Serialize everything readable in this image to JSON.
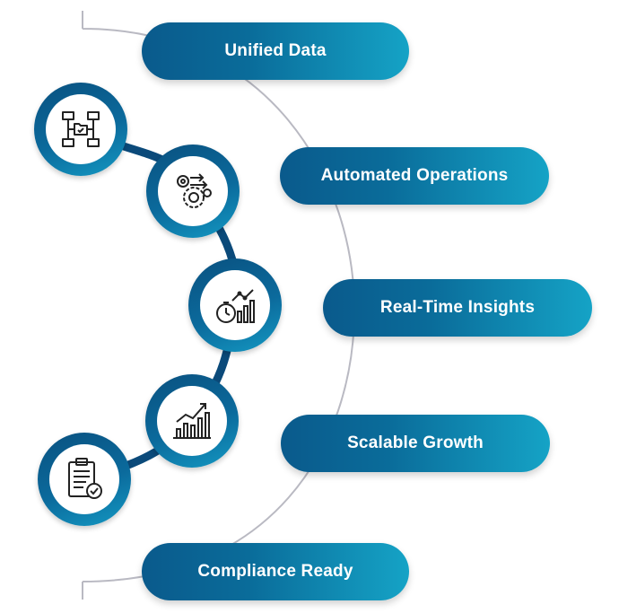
{
  "features": [
    {
      "label": "Unified Data",
      "icon": "folder-network-icon"
    },
    {
      "label": "Automated Operations",
      "icon": "gear-automation-icon"
    },
    {
      "label": "Real-Time Insights",
      "icon": "stopwatch-chart-icon"
    },
    {
      "label": "Scalable Growth",
      "icon": "growth-chart-icon"
    },
    {
      "label": "Compliance Ready",
      "icon": "clipboard-check-icon"
    }
  ],
  "colors": {
    "pill_dark": "#0a5a8c",
    "pill_light": "#15a3c6",
    "connector": "#0b4a7a",
    "arc": "#b9b9c2"
  }
}
